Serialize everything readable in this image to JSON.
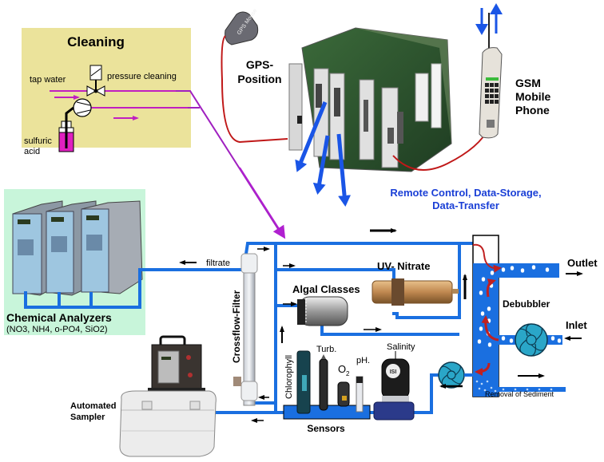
{
  "title": "Automated water quality monitoring station",
  "colors": {
    "pipe": "#1a6fe0",
    "water": "#1a6fe0",
    "cleaning_line": "#a020c0",
    "acid": "#e020c0",
    "data_arrow": "#1a55e6",
    "cable": "#c01818",
    "cleaning_bg": "#ebe39b",
    "analyzer_bg": "#c8f5da",
    "pump": "#2aa6c8",
    "flow_arrow_red": "#c02020"
  },
  "cleaning": {
    "title": "Cleaning",
    "tap_water": "tap water",
    "pressure_cleaning": "pressure cleaning",
    "acid_line1": "sulfuric",
    "acid_line2": "acid"
  },
  "gps": {
    "device_text": "GPS Mouse",
    "line1": "GPS-",
    "line2": "Position"
  },
  "gsm": {
    "line1": "GSM",
    "line2": "Mobile",
    "line3": "Phone"
  },
  "remote": {
    "line1": "Remote Control, Data-Storage,",
    "line2": "Data-Transfer"
  },
  "analyzers": {
    "title": "Chemical Analyzers",
    "subtitle": "(NO3, NH4, o-PO4, SiO2)",
    "count": 3
  },
  "labels": {
    "filtrate": "filtrate",
    "crossflow": "Crossflow-Filter",
    "uv_nitrate": "UV- Nitrate",
    "algal": "Algal Classes",
    "outlet": "Outlet",
    "inlet": "Inlet",
    "debubbler": "Debubbler",
    "sediment": "Removal of Sediment",
    "chlorophyll": "Chlorophyll",
    "turb": "Turb.",
    "o2": "O",
    "o2_sub": "2",
    "ph": "pH.",
    "salinity": "Salinity",
    "sensors": "Sensors",
    "sampler_line1": "Automated",
    "sampler_line2": "Sampler",
    "salinity_brand": "ISI"
  }
}
